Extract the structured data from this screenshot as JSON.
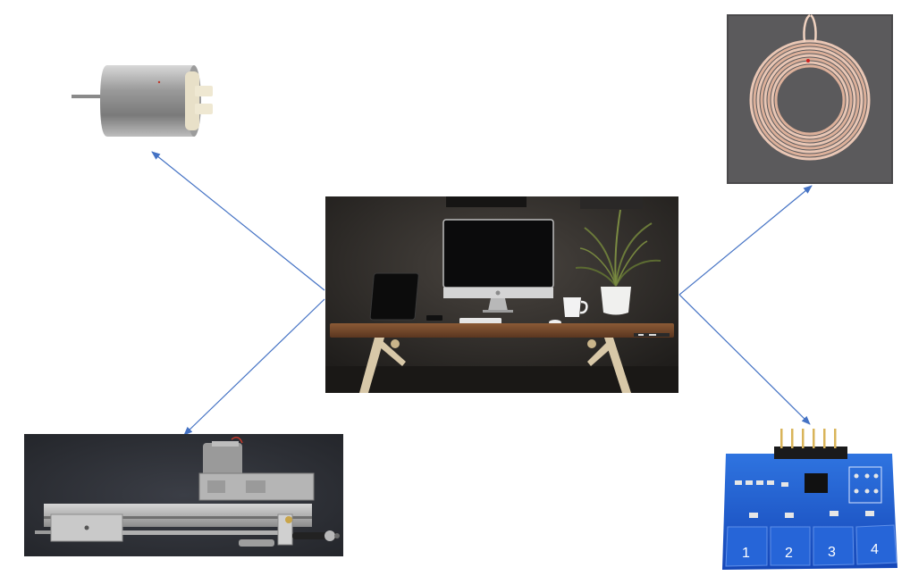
{
  "diagram": {
    "center": {
      "name": "desk-setup-photo"
    },
    "components": [
      {
        "id": "dc-motor",
        "name": "dc-motor-photo"
      },
      {
        "id": "wireless-charging-coil",
        "name": "wireless-charging-coil-photo"
      },
      {
        "id": "linear-actuator",
        "name": "linear-actuator-photo"
      },
      {
        "id": "touch-sensor-module",
        "name": "touch-sensor-module-photo"
      }
    ],
    "touch_pad_labels": [
      "1",
      "2",
      "3",
      "4"
    ],
    "colors": {
      "arrow": "#4472C4",
      "desk_bg": "#2c2a27",
      "pcb": "#1553c9"
    }
  }
}
